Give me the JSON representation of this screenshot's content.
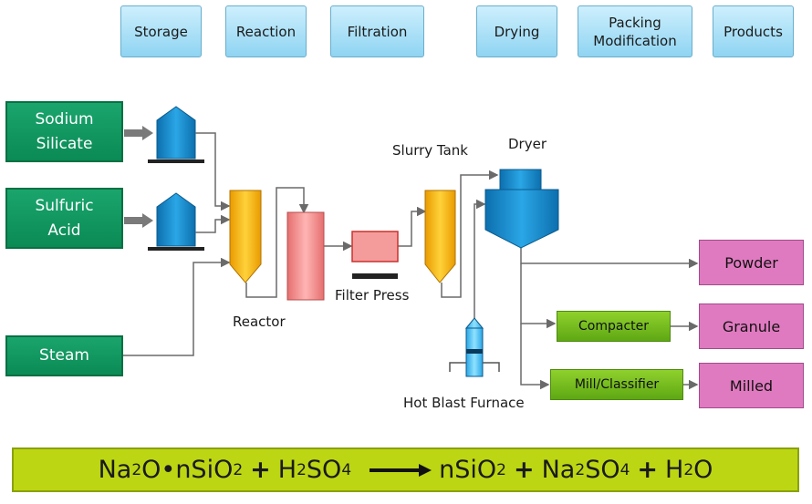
{
  "stages": [
    {
      "label": "Storage"
    },
    {
      "label": "Reaction"
    },
    {
      "label": "Filtration"
    },
    {
      "label": "Drying"
    },
    {
      "label": "Packing\nModification"
    },
    {
      "label": "Products"
    }
  ],
  "inputs": {
    "sodium_silicate": "Sodium\nSilicate",
    "sulfuric_acid": "Sulfuric\nAcid",
    "steam": "Steam"
  },
  "labels": {
    "reactor": "Reactor",
    "filter_press": "Filter Press",
    "slurry_tank": "Slurry Tank",
    "dryer": "Dryer",
    "hot_blast_furnace": "Hot Blast Furnace"
  },
  "processes": {
    "compacter": "Compacter",
    "mill_classifier": "Mill/Classifier"
  },
  "products": {
    "powder": "Powder",
    "granule": "Granule",
    "milled": "Milled"
  },
  "equation": {
    "na": "Na",
    "sub2a": "2",
    "o_dot_nsio": "O•nSiO",
    "sub2b": "2",
    "plus1": "+",
    "h": "H",
    "sub2c": "2",
    "so": "SO",
    "sub4a": "4",
    "nsio": "nSiO",
    "sub2d": "2",
    "plus2": "+",
    "na2": "Na",
    "sub2e": "2",
    "so2": "SO",
    "sub4b": "4",
    "plus3": "+",
    "h2": "H",
    "sub2f": "2",
    "o": "O"
  },
  "colors": {
    "stage": "#8fd4f2",
    "input": "#0b8a55",
    "tank": "#1b8fd0",
    "reactor": "#f5b400",
    "filter": "#f08c8c",
    "product": "#e07ac0",
    "process": "#6fb81c",
    "equation_bar": "#bcd613"
  }
}
